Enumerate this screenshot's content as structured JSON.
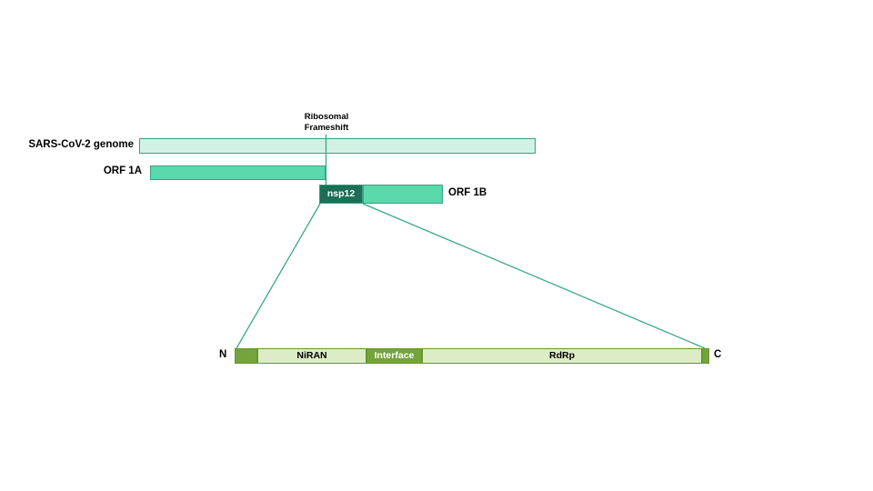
{
  "genome": {
    "label": "SARS-CoV-2 genome"
  },
  "frameshift": {
    "line1": "Ribosomal",
    "line2": "Frameshift"
  },
  "orf1a": {
    "label": "ORF 1A"
  },
  "orf1b": {
    "label": "ORF 1B"
  },
  "nsp12": {
    "label": "nsp12"
  },
  "protein": {
    "n_terminus": "N",
    "c_terminus": "C",
    "domains": [
      {
        "name": "n-terminal-extension",
        "label": ""
      },
      {
        "name": "NiRAN",
        "label": "NiRAN"
      },
      {
        "name": "Interface",
        "label": "Interface"
      },
      {
        "name": "RdRp",
        "label": "RdRp"
      },
      {
        "name": "c-terminal-extension",
        "label": ""
      }
    ]
  },
  "colors": {
    "genome_fill": "#d2f1e5",
    "orf_fill": "#59d9ac",
    "nsp12_fill": "#1c6f54",
    "teal_border": "#3c9e83",
    "connector_line": "#3aa78a",
    "domain_light_fill": "#dcecc6",
    "domain_olive_fill": "#74a43c",
    "domain_border": "#68962f",
    "text": "#000000",
    "inverse_text": "#ffffff",
    "background": "#ffffff"
  }
}
